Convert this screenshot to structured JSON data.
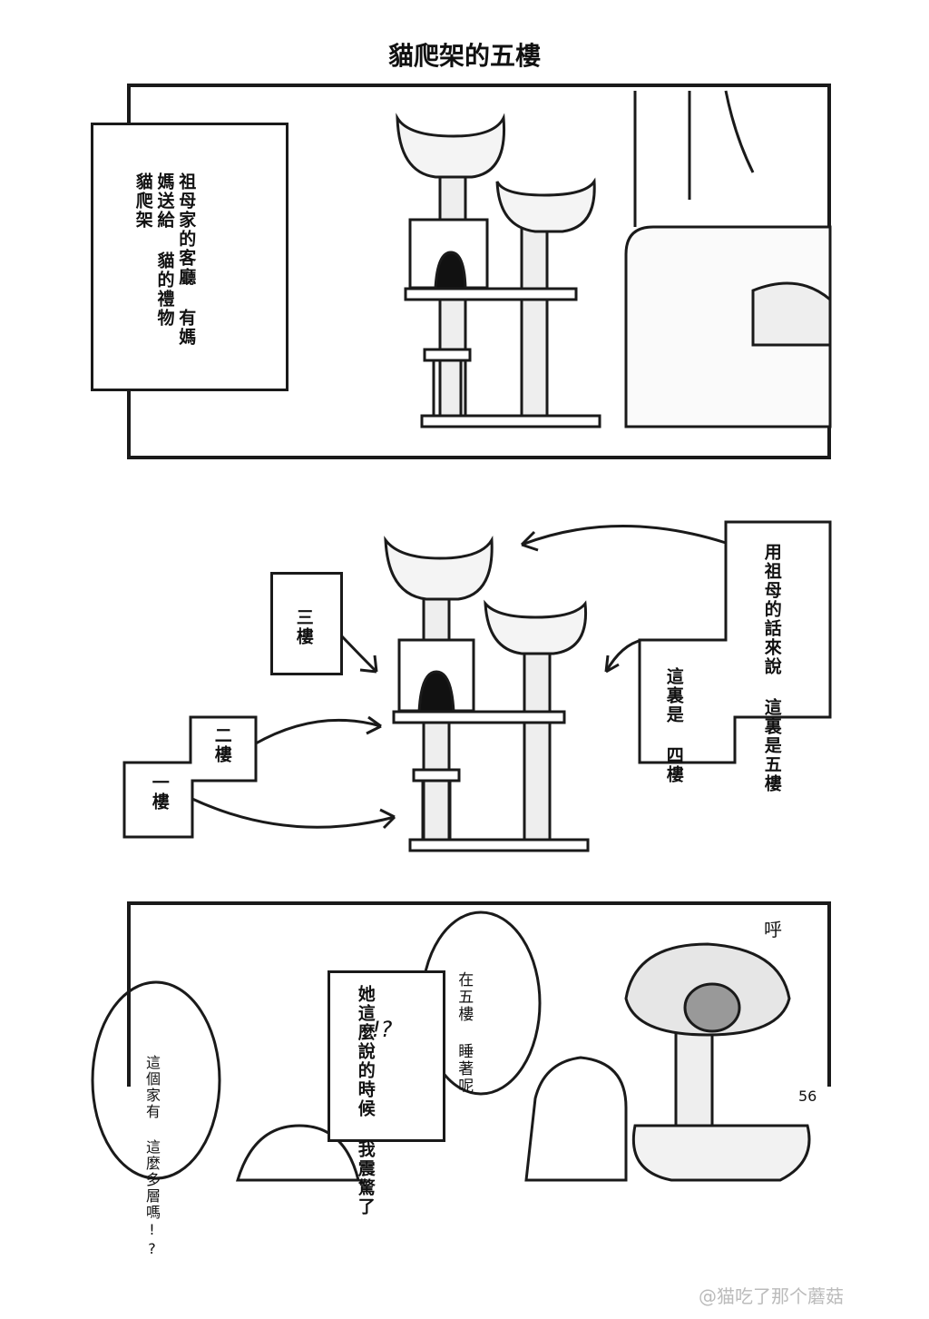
{
  "page_title": "貓爬架的五樓",
  "panel1": {
    "caption": [
      "祖母家的客廳",
      "有媽媽送給",
      "貓的禮物",
      "貓爬架"
    ]
  },
  "panel2": {
    "label_floor3": "三樓",
    "label_floor2": "二樓",
    "label_floor1": "一樓",
    "caption_right": [
      "用祖母的話來說",
      "這裏是五樓"
    ],
    "caption_floor4": [
      "這裏是",
      "四樓"
    ]
  },
  "panel3": {
    "bubble_grandma": [
      "在五樓",
      "睡著呢"
    ],
    "narration": [
      "她這麼說的時候",
      "我震驚了"
    ],
    "bubble_left": [
      "這個家有",
      "這麼多層嗎!?"
    ],
    "sfx_breath": "呼",
    "sfx_surprise": "!?"
  },
  "page_number": "56",
  "watermark": "@猫吃了那个蘑菇"
}
